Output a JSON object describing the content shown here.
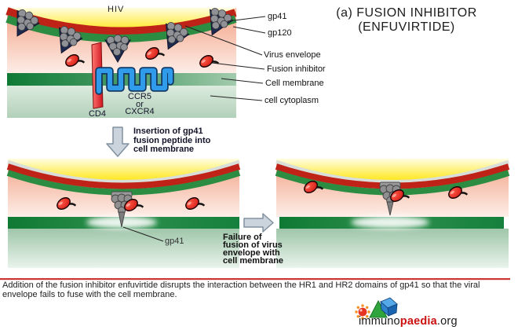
{
  "title": {
    "line1": "(a) FUSION INHIBITOR",
    "line2": "(ENFUVIRTIDE)"
  },
  "top_panel": {
    "hiv": "HIV",
    "cd4": "CD4",
    "coreceptor": [
      "CCR5",
      "or",
      "CXCR4"
    ],
    "legend": [
      "gp41",
      "gp120",
      "Virus envelope",
      "Fusion inhibitor",
      "Cell membrane",
      "cell cytoplasm"
    ]
  },
  "insertion_step": [
    "Insertion of gp41",
    "fusion peptide into",
    "cell membrane"
  ],
  "bottom_left_panel": {
    "gp41": "gp41"
  },
  "failure_step": [
    "Failure of",
    "fusion of virus",
    "envelope with",
    "cell membrane"
  ],
  "footer": {
    "line1": "Addition of the fusion inhibitor enfuvirtide disrupts the interaction between the HR1 and HR2 domains of gp41 so that the viral",
    "line2": "envelope fails to fuse with the cell membrane."
  },
  "logo": {
    "immuno": "immuno",
    "paedia": "paedia",
    "org": ".org"
  },
  "colors": {
    "envelope_red": "#bf2318",
    "envelope_green": "#2b8c42",
    "virus_yellow": "#ffe822",
    "inhibitor_red": "#e01010",
    "receptor_blue": "#2f9bea",
    "divider_red": "#cd3632",
    "logo_red": "#cc1111"
  }
}
